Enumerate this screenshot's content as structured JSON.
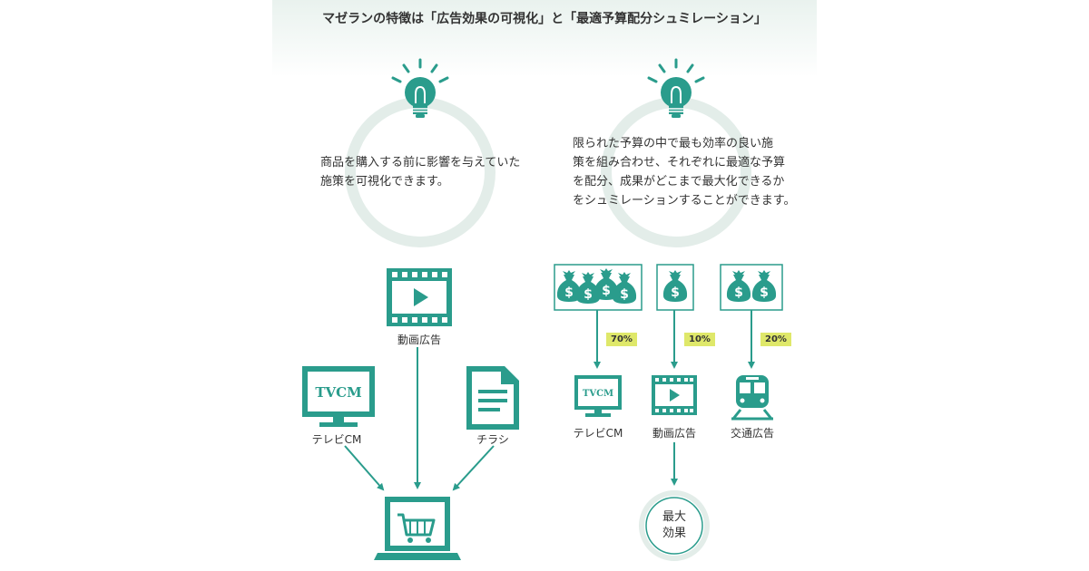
{
  "title": "マゼランの特徴は「広告効果の可視化」と「最適予算配分シュミレーション」",
  "left": {
    "description_lines": [
      "商品を購入する前に影響を与えていた",
      "施策を可視化できます。"
    ],
    "video_label": "動画広告",
    "tv_label": "テレビCM",
    "tv_screen_text": "TVCM",
    "flyer_label": "チラシ"
  },
  "right": {
    "description_lines": [
      "限られた予算の中で最も効率の良い施",
      "策を組み合わせ、それぞれに最適な予算",
      "を配分、成果がどこまで最大化できるか",
      "をシュミレーションすることができます。"
    ],
    "tv_label": "テレビCM",
    "tv_screen_text": "TVCM",
    "video_label": "動画広告",
    "train_label": "交通広告",
    "pct_tv": "70%",
    "pct_video": "10%",
    "pct_train": "20%",
    "max_effect_line1": "最大",
    "max_effect_line2": "効果"
  },
  "colors": {
    "teal": "#2a9c8c",
    "ring": "#e3ede9",
    "badge": "#dfe86a",
    "header_bg": "#eef4f1"
  },
  "icons": [
    "lightbulb-icon",
    "video-icon",
    "tv-icon",
    "document-icon",
    "laptop-cart-icon",
    "money-bag-icon",
    "train-icon"
  ]
}
